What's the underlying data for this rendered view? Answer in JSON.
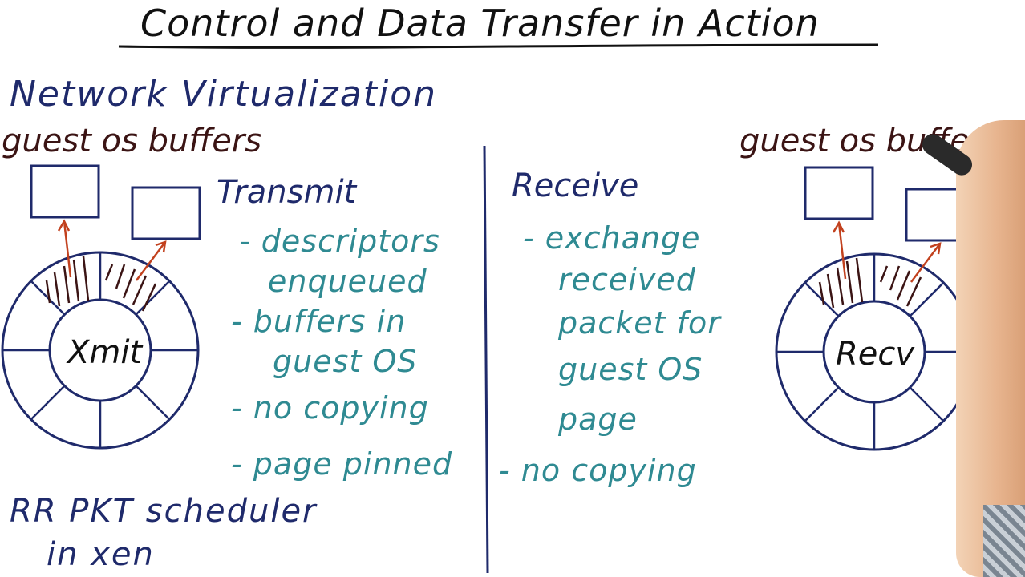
{
  "title": "Control and Data Transfer in Action",
  "subtitle": "Network Virtualization",
  "left": {
    "buffers_label": "guest os buffers",
    "ring_label": "Xmit",
    "heading": "Transmit",
    "items": [
      "- descriptors",
      "enqueued",
      "- buffers in",
      "guest OS",
      "- no copying",
      "- page pinned"
    ],
    "footer_line1": "RR PKT scheduler",
    "footer_line2": "in xen"
  },
  "right": {
    "buffers_label": "guest os buffers",
    "ring_label": "Recv",
    "heading": "Receive",
    "items": [
      "- exchange",
      "received",
      "packet for",
      "guest OS",
      "page",
      "- no copying"
    ]
  },
  "colors": {
    "ink_blue": "#1f2a6b",
    "ink_brown": "#3b1414",
    "ink_teal": "#2f8a92",
    "arrow_red": "#c2411e"
  }
}
